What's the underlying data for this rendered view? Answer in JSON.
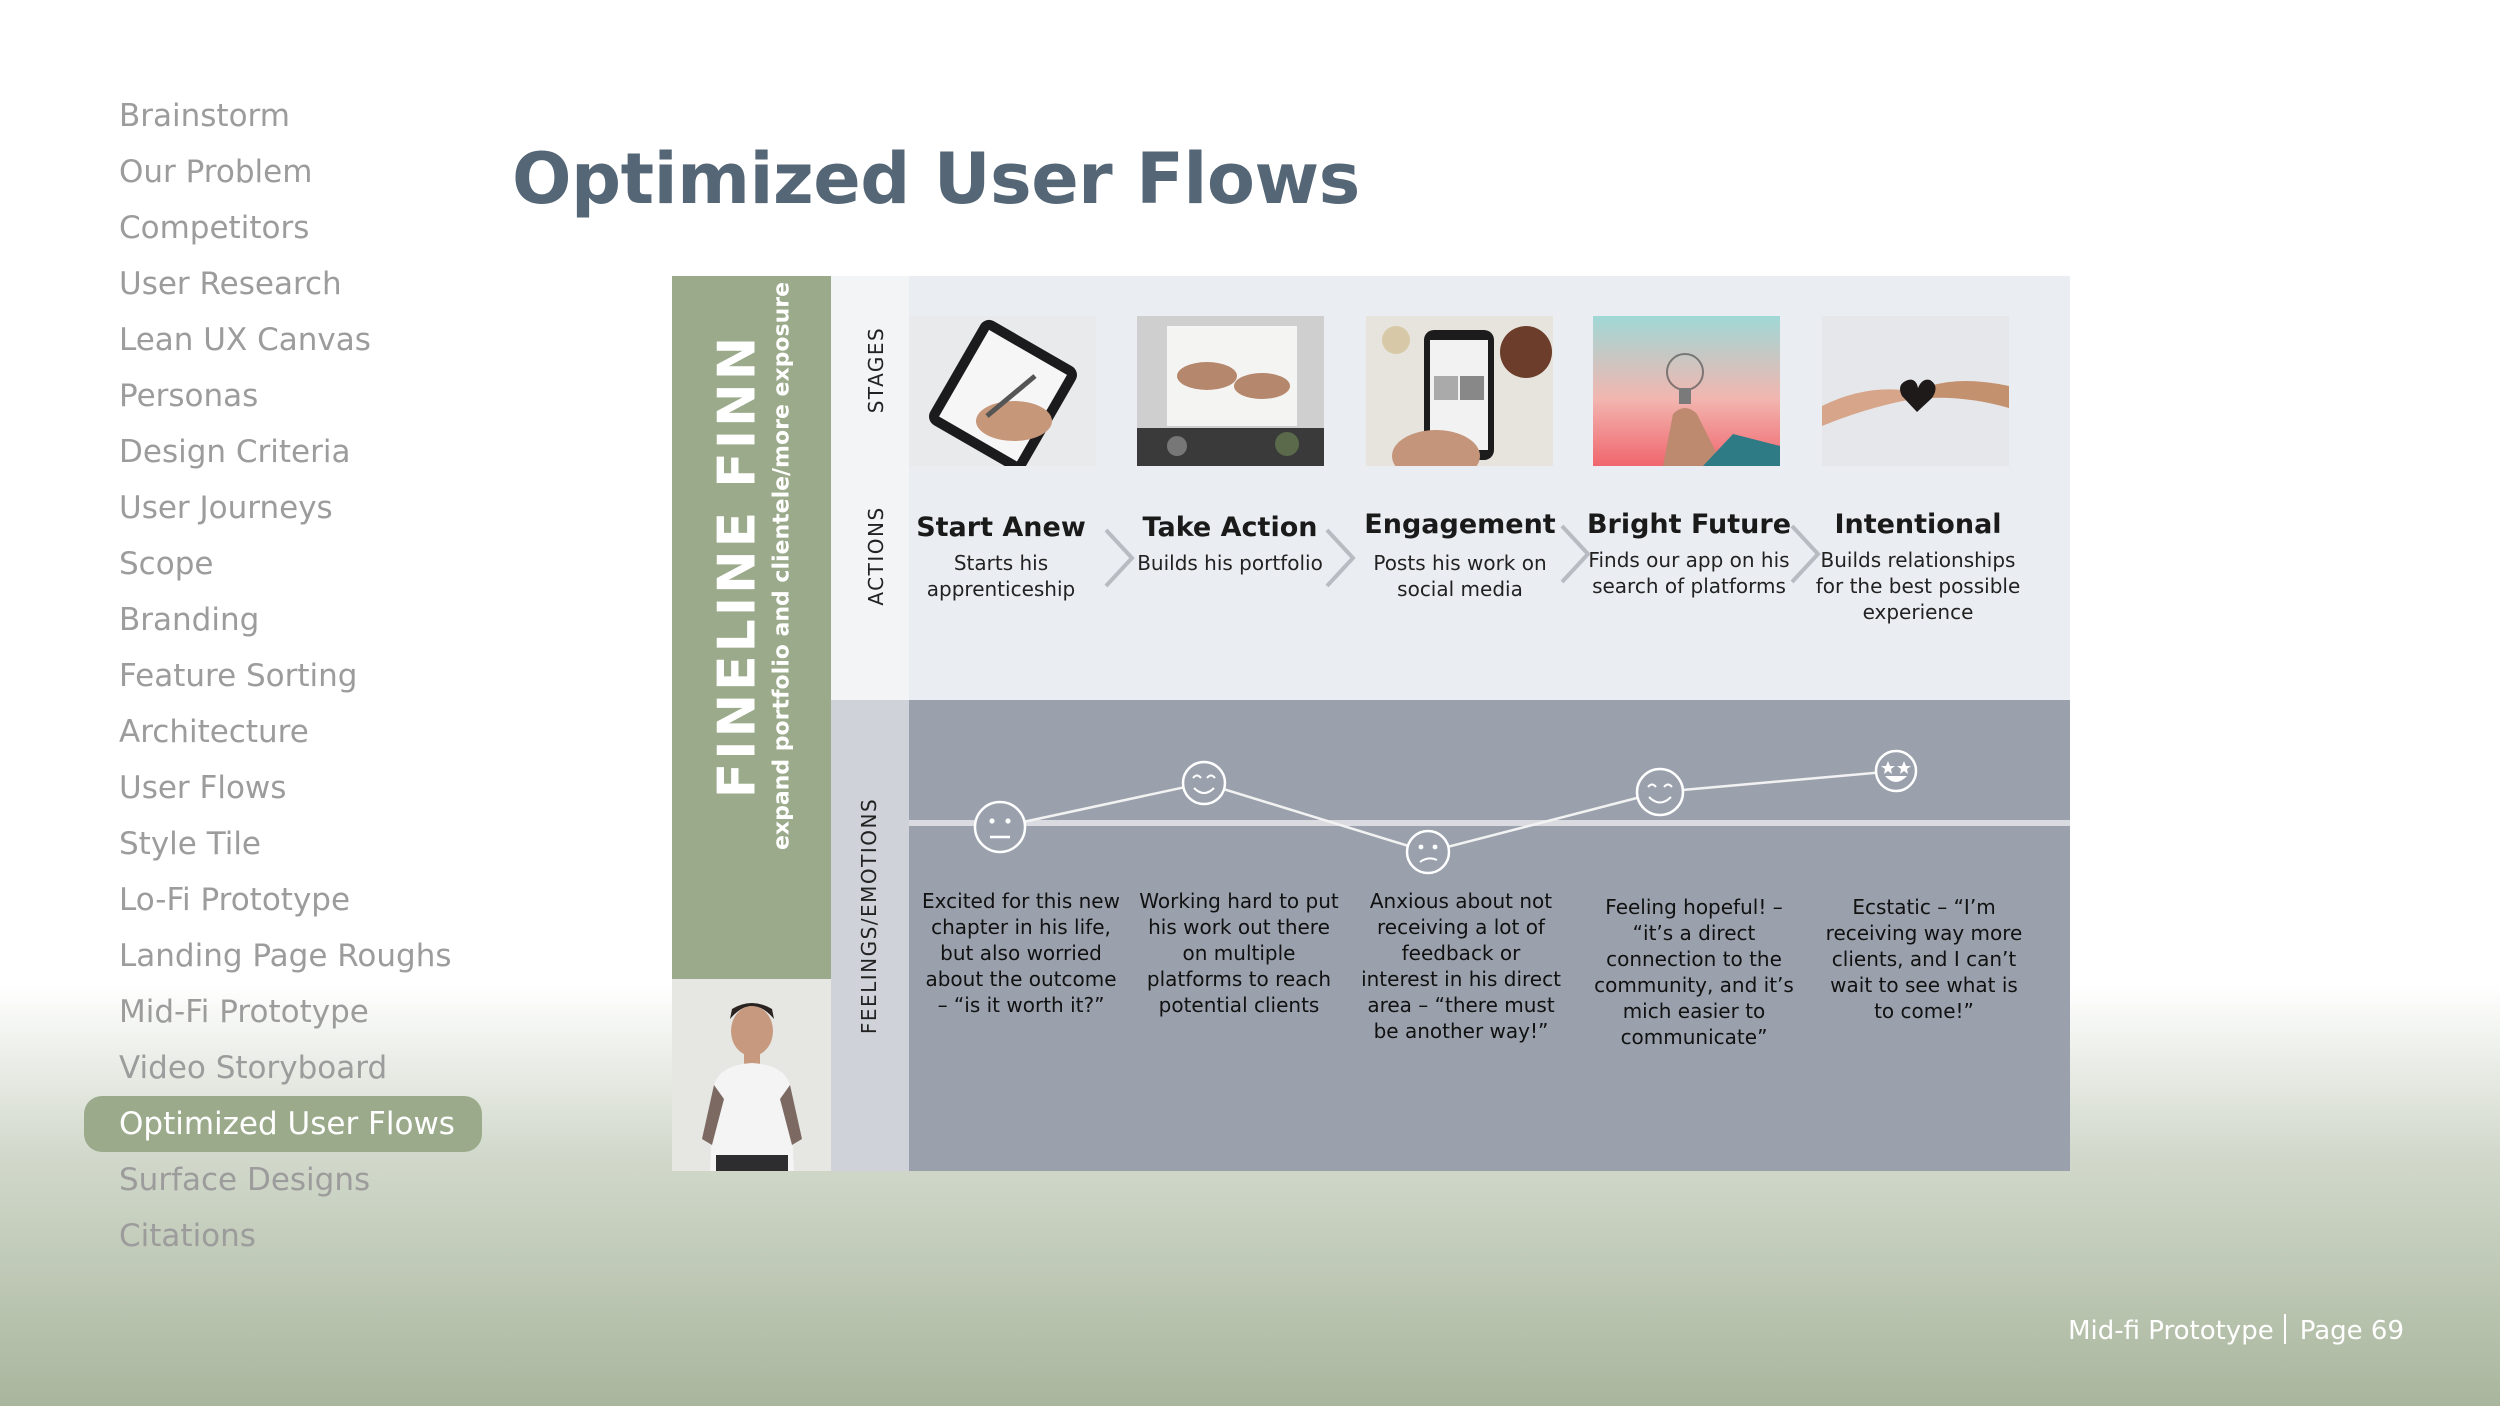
{
  "sidebar": {
    "items": [
      {
        "label": "Brainstorm"
      },
      {
        "label": "Our Problem"
      },
      {
        "label": "Competitors"
      },
      {
        "label": "User Research"
      },
      {
        "label": "Lean UX Canvas"
      },
      {
        "label": "Personas"
      },
      {
        "label": "Design Criteria"
      },
      {
        "label": "User Journeys"
      },
      {
        "label": "Scope"
      },
      {
        "label": "Branding"
      },
      {
        "label": "Feature Sorting"
      },
      {
        "label": "Architecture"
      },
      {
        "label": "User Flows"
      },
      {
        "label": "Style Tile"
      },
      {
        "label": "Lo-Fi Prototype"
      },
      {
        "label": "Landing Page Roughs"
      },
      {
        "label": "Mid-Fi Prototype"
      },
      {
        "label": "Video Storyboard"
      },
      {
        "label": "Optimized User Flows"
      },
      {
        "label": "Surface Designs"
      },
      {
        "label": "Citations"
      }
    ],
    "active_index": 18
  },
  "page": {
    "title": "Optimized User Flows"
  },
  "journey": {
    "persona_name": "FINELINE  FINN",
    "persona_goal": "expand portfolio and clientele/more exposure",
    "labels": {
      "stages": "STAGES",
      "actions": "ACTIONS",
      "feelings": "FEELINGS/EMOTIONS"
    },
    "stages": [
      {
        "title": "Start Anew",
        "desc": "Starts his apprenticeship",
        "image": "tablet-drawing-photo",
        "emotion": "neutral-face-icon",
        "feeling": "Excited for this new chapter in his life, but also worried about the outcome – “is it worth it?”"
      },
      {
        "title": "Take Action",
        "desc": "Builds his portfolio",
        "image": "sketching-hands-photo",
        "emotion": "smiling-face-icon",
        "feeling": "Working hard to put his work out there on multiple platforms to reach potential clients"
      },
      {
        "title": "Engagement",
        "desc": "Posts his work on social media",
        "image": "phone-social-photo",
        "emotion": "confused-face-icon",
        "feeling": "Anxious about not receiving a lot of feedback or interest in his direct area – “there must be another way!”"
      },
      {
        "title": "Bright Future",
        "desc": "Finds our app on his search of platforms",
        "image": "lightbulb-photo",
        "emotion": "smiling-face-icon",
        "feeling": "Feeling hopeful! – “it’s a direct connection to the community, and it’s mich easier to communicate”"
      },
      {
        "title": "Intentional",
        "desc": "Builds relationships for the best possible experience",
        "image": "heart-hands-photo",
        "emotion": "star-struck-face-icon",
        "feeling": "Ecstatic – “I’m receiving way more clients, and I can’t wait to see what is to come!”"
      }
    ]
  },
  "footer": {
    "section": "Mid-fi Prototype",
    "page": "Page 69"
  }
}
